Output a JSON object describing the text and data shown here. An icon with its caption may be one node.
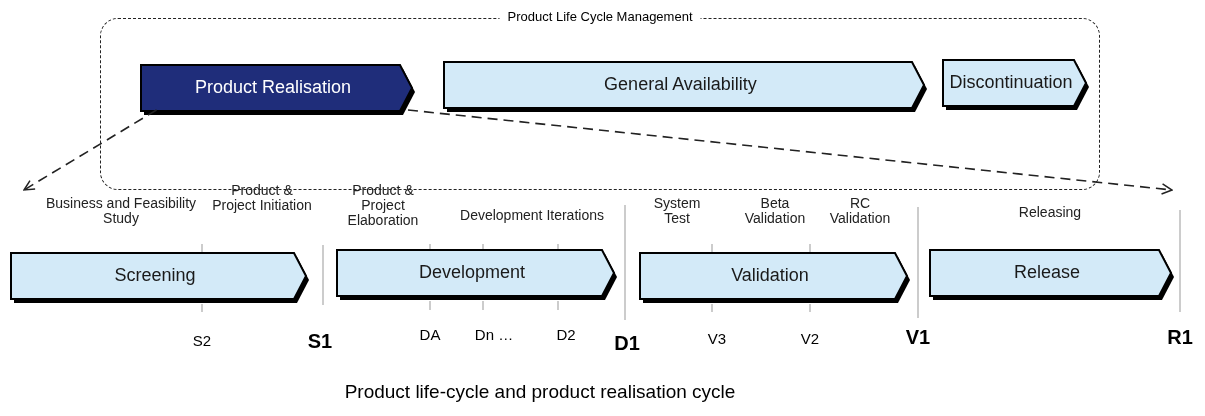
{
  "diagram": {
    "caption": "Product life-cycle and product realisation cycle",
    "nodes": [
      {
        "text": [
          "Product Life Cycle Management"
        ]
      },
      {
        "text": [
          "Product Realisation"
        ],
        "in": 0
      },
      {
        "text": [
          "General Availability"
        ],
        "in": 0
      },
      {
        "text": [
          "Discontinuation"
        ],
        "in": 0
      },
      {
        "text": [
          "Screening"
        ]
      },
      {
        "text": [
          "Development"
        ]
      },
      {
        "text": [
          "Validation"
        ]
      },
      {
        "text": [
          "Release"
        ]
      }
    ],
    "edges": [
      {
        "from": 1,
        "to": null,
        "arrow": "to",
        "style": "dashed"
      },
      {
        "from": 1,
        "to": null,
        "arrow": "to",
        "style": "dashed"
      }
    ],
    "labels": [
      "Business and Feasibility Study",
      "Product & Project Initiation",
      "Product & Project Elaboration",
      "Development Iterations",
      "System Test",
      "Beta Validation",
      "RC Validation",
      "Releasing",
      "S2",
      "S1",
      "DA",
      "Dn …",
      "D2",
      "D1",
      "V3",
      "V2",
      "V1",
      "R1"
    ]
  }
}
